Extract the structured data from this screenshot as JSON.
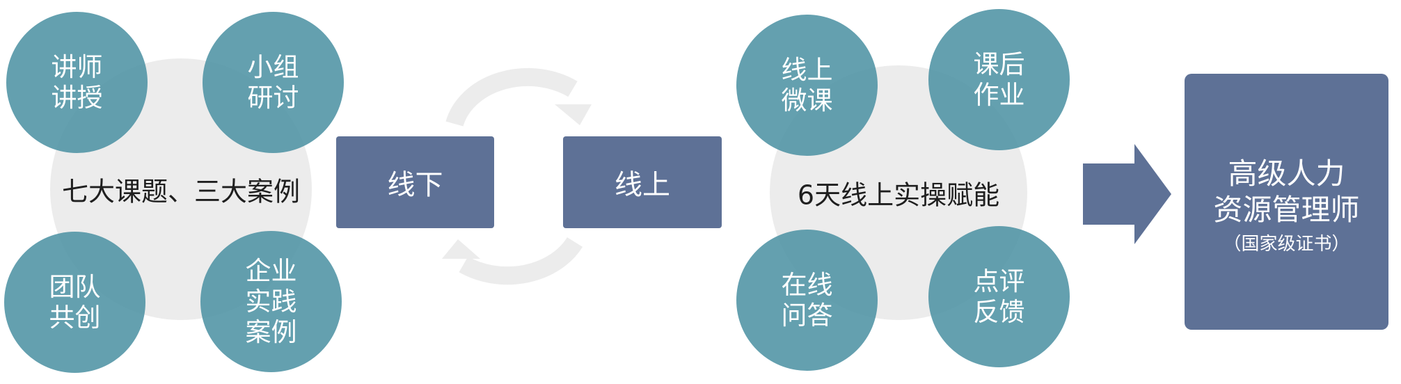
{
  "left_cluster": {
    "center": "七大课题、三大案例",
    "nodes": [
      "讲师\n讲授",
      "小组\n研讨",
      "团队\n共创",
      "企业\n实践\n案例"
    ]
  },
  "offline_label": "线下",
  "online_label": "线上",
  "right_cluster": {
    "center": "6天线上实操赋能",
    "nodes": [
      "线上\n微课",
      "课后\n作业",
      "在线\n问答",
      "点评\n反馈"
    ]
  },
  "result": {
    "title": "高级人力\n资源管理师",
    "subtitle": "（国家级证书）"
  },
  "colors": {
    "node_fill": "#4a90a2",
    "box_fill": "#5e7196",
    "hub_fill": "#ececec",
    "cycle_arrow": "#ececec"
  }
}
